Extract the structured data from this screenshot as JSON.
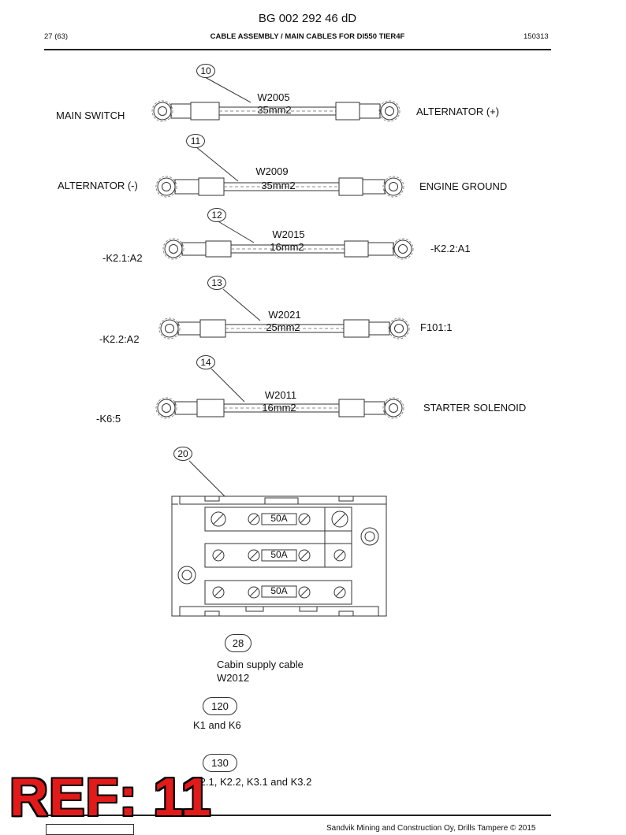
{
  "header": {
    "doc_id": "BG 002 292 46 dD",
    "page": "27 (63)",
    "title": "CABLE ASSEMBLY / MAIN CABLES FOR DI550 TIER4F",
    "date": "150313"
  },
  "cables": [
    {
      "callout": "10",
      "name": "W2005",
      "size": "35mm2",
      "left": "MAIN SWITCH",
      "right": "ALTERNATOR (+)"
    },
    {
      "callout": "11",
      "name": "W2009",
      "size": "35mm2",
      "left": "ALTERNATOR (-)",
      "right": "ENGINE GROUND"
    },
    {
      "callout": "12",
      "name": "W2015",
      "size": "16mm2",
      "left": "-K2.1:A2",
      "right": "-K2.2:A1"
    },
    {
      "callout": "13",
      "name": "W2021",
      "size": "25mm2",
      "left": "-K2.2:A2",
      "right": "F101:1"
    },
    {
      "callout": "14",
      "name": "W2011",
      "size": "16mm2",
      "left": "-K6:5",
      "right": "STARTER SOLENOID"
    }
  ],
  "fuse_block": {
    "callout": "20",
    "fuses": [
      "50A",
      "50A",
      "50A"
    ]
  },
  "items": [
    {
      "callout": "28",
      "text1": "Cabin supply cable",
      "text2": "W2012"
    },
    {
      "callout": "120",
      "text1": "K1 and K6"
    },
    {
      "callout": "130",
      "text1": "K2.1, K2.2, K3.1 and K3.2"
    }
  ],
  "ref_stamp": "REF: 11",
  "footer": "Sandvik Mining and Construction Oy, Drills Tampere © 2015"
}
